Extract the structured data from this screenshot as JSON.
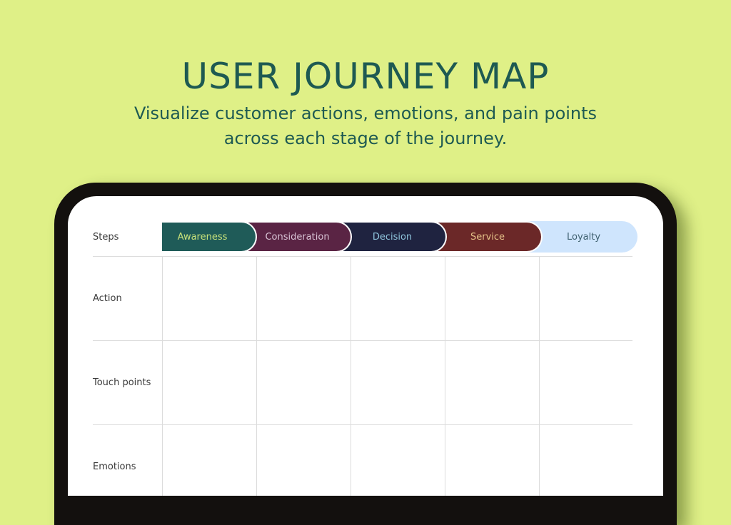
{
  "header": {
    "title": "USER JOURNEY MAP",
    "subtitle_line1": "Visualize customer actions, emotions, and pain points",
    "subtitle_line2": "across each stage of the journey."
  },
  "rows": {
    "steps": "Steps",
    "action": "Action",
    "touch_points": "Touch points",
    "emotions": "Emotions"
  },
  "stages": [
    {
      "label": "Awareness",
      "bg": "#1f5b58",
      "fg": "#c9e27a"
    },
    {
      "label": "Consideration",
      "bg": "#5a2444",
      "fg": "#d9c4d6"
    },
    {
      "label": "Decision",
      "bg": "#1f2340",
      "fg": "#8fc4dc"
    },
    {
      "label": "Service",
      "bg": "#6b2828",
      "fg": "#e6c38a"
    },
    {
      "label": "Loyalty",
      "bg": "#cfe5fd",
      "fg": "#3f6070"
    }
  ]
}
